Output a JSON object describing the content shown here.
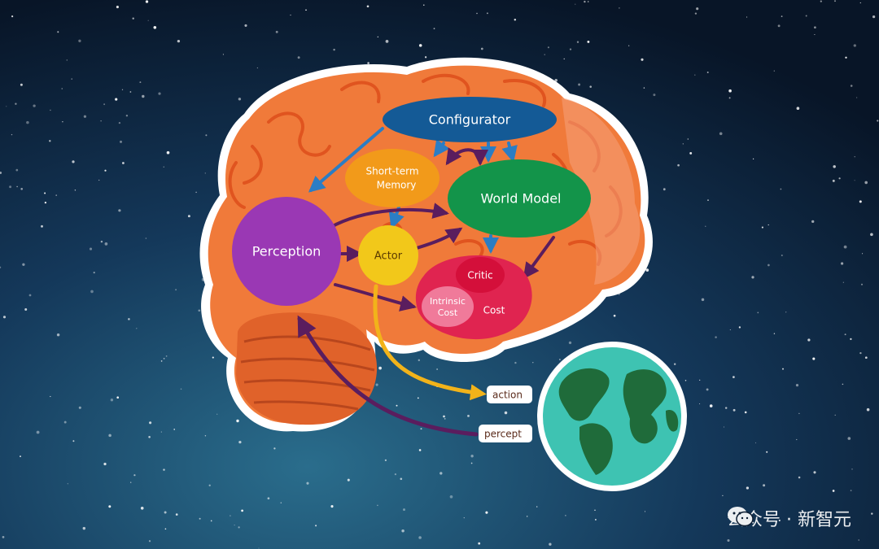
{
  "diagram": {
    "configurator": "Configurator",
    "short_term_memory": [
      "Short-term",
      "Memory"
    ],
    "world_model": "World Model",
    "perception": "Perception",
    "actor": "Actor",
    "critic": "Critic",
    "intrinsic_cost": [
      "Intrinsic",
      "Cost"
    ],
    "cost": "Cost",
    "action": "action",
    "percept": "percept"
  },
  "watermark": {
    "text": "公众号 · 新智元",
    "icon": "wechat-icon"
  },
  "colors": {
    "background": "#0b1a2e",
    "brain": "#f07a3a",
    "configurator": "#145a96",
    "short_term_memory": "#f29a1a",
    "world_model": "#13944a",
    "perception": "#9a38b4",
    "actor": "#f2c81a",
    "cost_cluster": "#e02450",
    "critic": "#d40f3a",
    "intrinsic_cost": "#f07a9a",
    "arrow_blue": "#2b7dc4",
    "arrow_purple": "#5a1d5e",
    "arrow_yellow": "#f2b31a",
    "earth_ocean": "#3ec3b2",
    "earth_land": "#1f6b3a"
  }
}
